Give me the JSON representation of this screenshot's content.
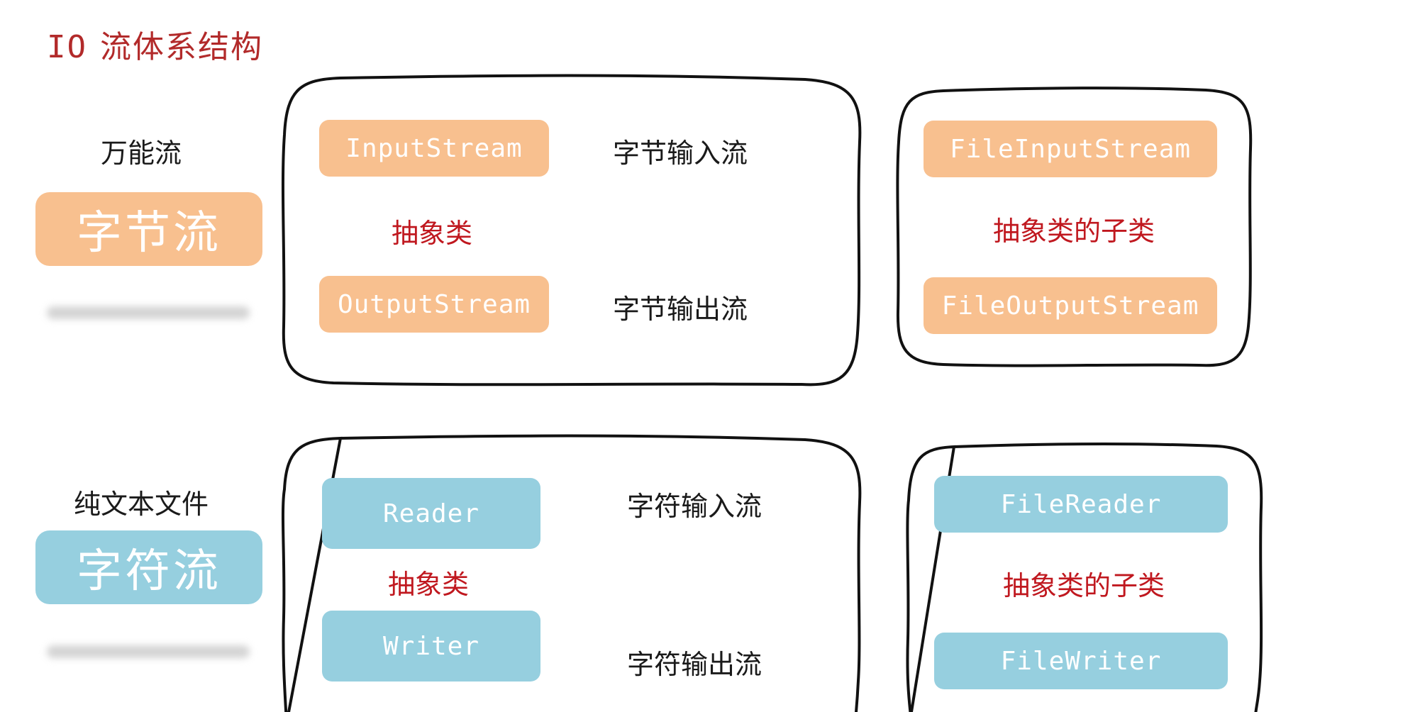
{
  "title": {
    "io": "IO",
    "text": "流体系结构"
  },
  "byte_row": {
    "caption": "万能流",
    "category": "字节流",
    "abstract_group": {
      "input_class": "InputStream",
      "input_desc": "字节输入流",
      "abstract_label": "抽象类",
      "output_class": "OutputStream",
      "output_desc": "字节输出流"
    },
    "impl_group": {
      "input_class": "FileInputStream",
      "subclass_label": "抽象类的子类",
      "output_class": "FileOutputStream"
    }
  },
  "char_row": {
    "caption": "纯文本文件",
    "category": "字符流",
    "abstract_group": {
      "input_class": "Reader",
      "input_desc": "字符输入流",
      "abstract_label": "抽象类",
      "output_class": "Writer",
      "output_desc": "字符输出流"
    },
    "impl_group": {
      "input_class": "FileReader",
      "subclass_label": "抽象类的子类",
      "output_class": "FileWriter"
    }
  },
  "colors": {
    "title": "#b22a2a",
    "byte_accent": "#f8c08f",
    "char_accent": "#96cfdf",
    "highlight_text": "#c0181f"
  }
}
